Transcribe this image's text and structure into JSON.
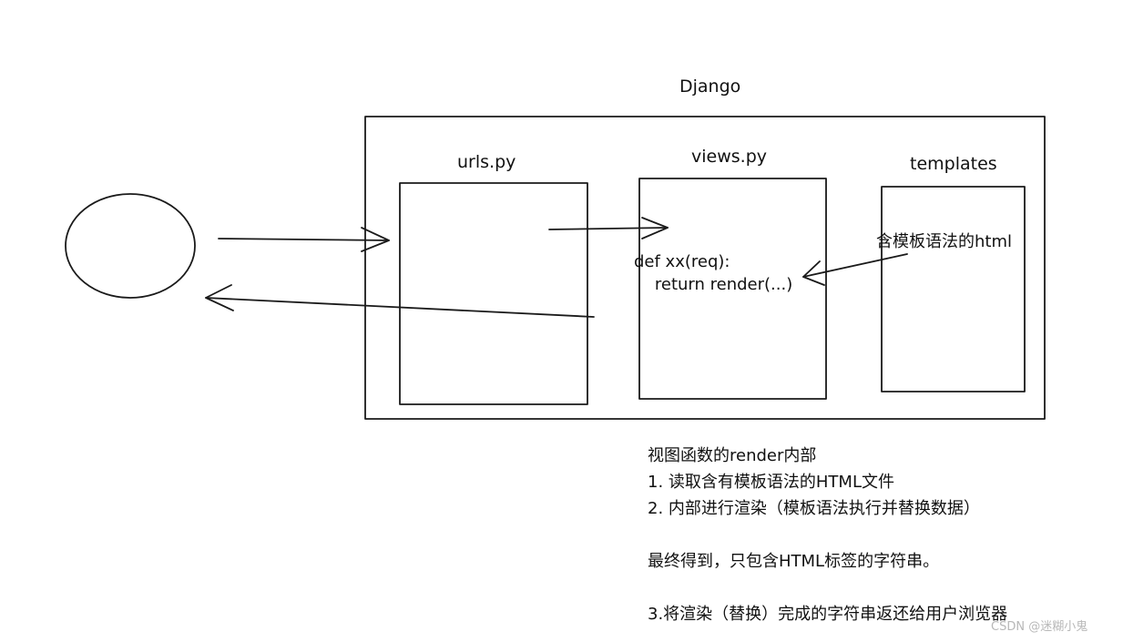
{
  "title": "Django",
  "boxes": {
    "urls": "urls.py",
    "views": "views.py",
    "templates": "templates"
  },
  "templates_note": "含模板语法的html",
  "code": {
    "line1": "def xx(req):",
    "line2": "    return render(...)"
  },
  "notes": {
    "heading": "视图函数的render内部",
    "step1": "1. 读取含有模板语法的HTML文件",
    "step2": "2. 内部进行渲染（模板语法执行并替换数据）",
    "result": "最终得到，只包含HTML标签的字符串。",
    "step3": "3.将渲染（替换）完成的字符串返还给用户浏览器"
  },
  "watermark": "CSDN @迷糊小鬼",
  "colors": {
    "stroke": "#1a1a1a",
    "background": "#ffffff",
    "watermark": "#b8b8b8"
  }
}
